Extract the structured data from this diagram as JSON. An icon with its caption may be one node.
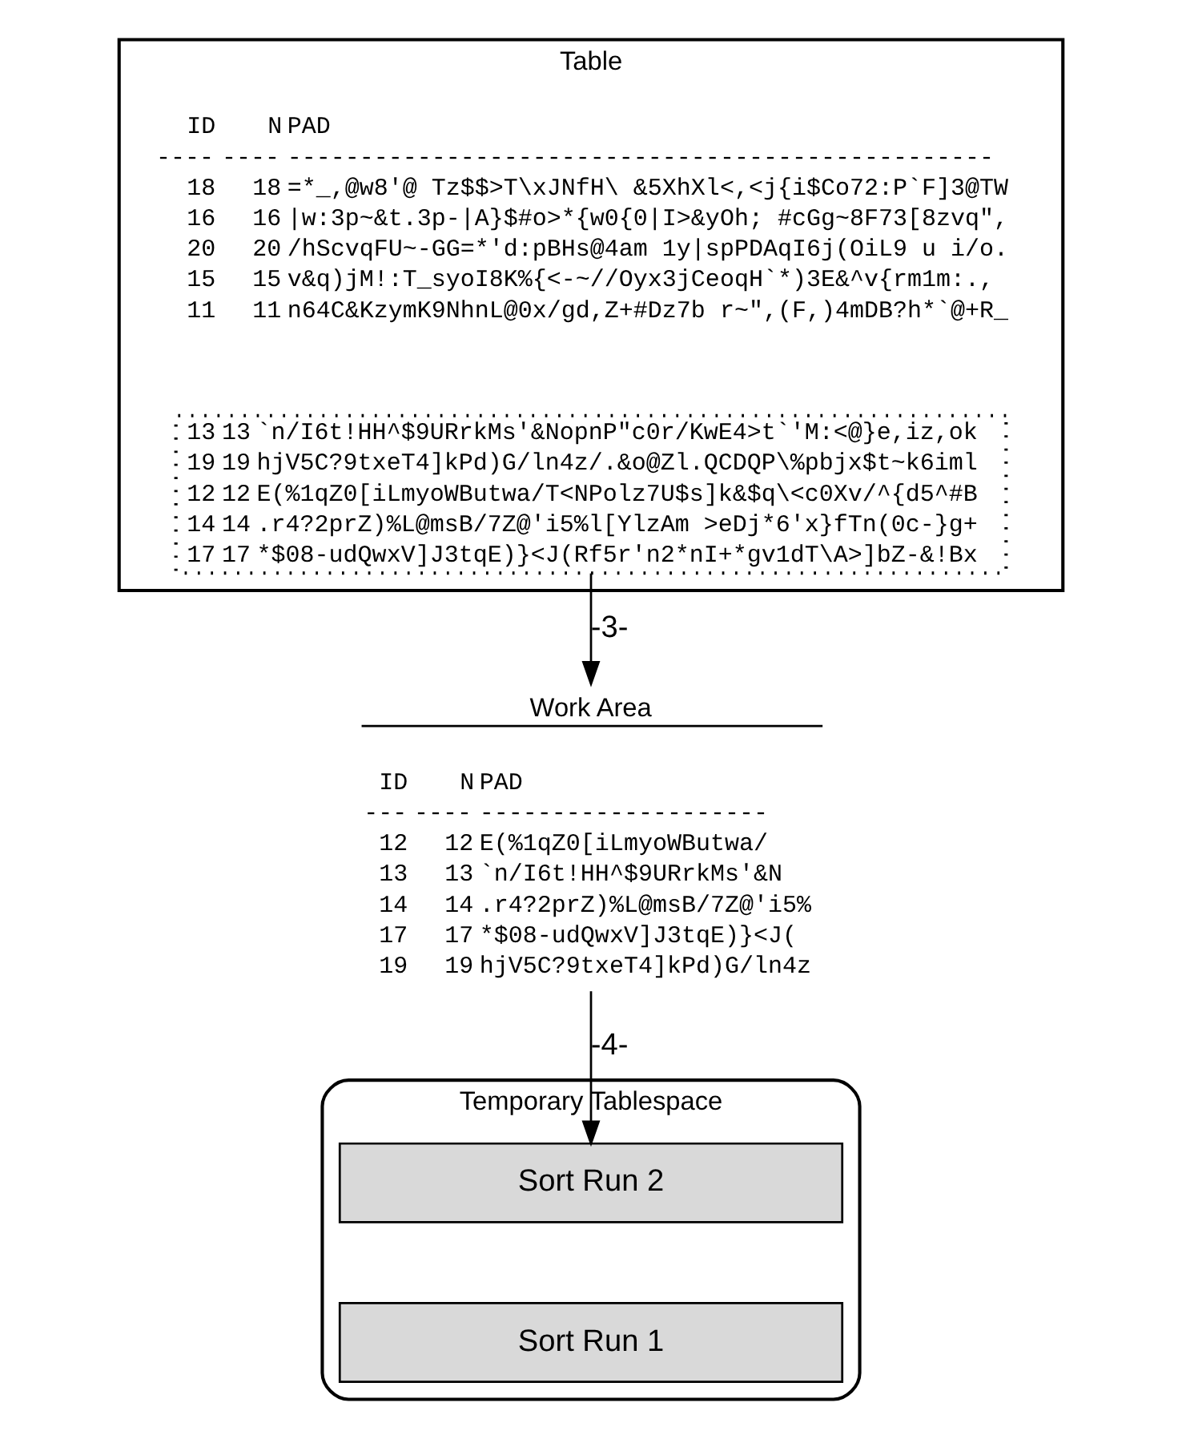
{
  "diagram": {
    "nodes": [
      {
        "text": [
          "Table"
        ]
      },
      {
        "text": [
          "13",
          "13",
          "`n/I6t!HH^$9URrkMs'&NopnP\"c0r/KwE4>t`'M:<@}e,iz,ok",
          "19",
          "19",
          "hjV5C?9txeT4]kPd)G/ln4z/.&o@Zl.QCDQP\\%pbjx$t~k6iml",
          "12",
          "12",
          "E(%1qZ0[iLmyoWButwa/T<NPolz7U$s]k&$q\\<c0Xv/^{d5^#B",
          "14",
          "14",
          ".r4?2prZ)%L@msB/7Z@'i5%l[YlzAm >eDj*6'x}fTn(0c-}g+",
          "17",
          "17",
          "*$08-udQwxV]J3tqE)}<J(Rf5r'n2*nI+*gv1dT\\A>]bZ-&!Bx"
        ],
        "in": 0
      },
      {
        "text": [
          "Work Area",
          "ID",
          "N",
          "PAD",
          "---",
          "----",
          "--------------------",
          "12",
          "12",
          "E(%1qZ0[iLmyoWButwa/",
          "13",
          "13",
          "`n/I6t!HH^$9URrkMs'&N",
          "14",
          "14",
          ".r4?2prZ)%L@msB/7Z@'i5%",
          "17",
          "17",
          "*$08-udQwxV]J3tqE)}<J(",
          "19",
          "19",
          "hjV5C?9txeT4]kPd)G/ln4z"
        ]
      },
      {
        "text": [
          "Temporary Tablespace"
        ]
      },
      {
        "text": [
          "Sort Run 2"
        ],
        "in": 3
      },
      {
        "text": [
          "Sort Run 1"
        ],
        "in": 3
      }
    ],
    "edges": [
      {
        "from": 1,
        "to": 2,
        "arrow": "to",
        "label": "-3-"
      },
      {
        "from": 2,
        "to": 4,
        "arrow": "to",
        "label": "-4-"
      }
    ],
    "labels": [
      "ID",
      "N",
      "PAD",
      "----",
      "----",
      "-------------------------------------------------",
      "18",
      "18",
      "=*_,@w8'@ Tz$$>T\\xJNfH\\ &5XhXl<,<j{i$Co72:P`F]3@TW",
      "16",
      "16",
      "|w:3p~&t.3p-|A}$#o>*{w0{0|I>&yOh; #cGg~8F73[8zvq\",",
      "20",
      "20",
      "/hScvqFU~-GG=*'d:pBHs@4am 1y|spPDAqI6j(OiL9 u i/o.",
      "15",
      "15",
      "v&q)jM!:T_syoI8K%{<-~//Oyx3jCeoqH`*)3E&^v{rm1m:.,",
      "11",
      "11",
      "n64C&KzymK9NhnL@0x/gd,Z+#Dz7b r~\",(F,)4mDB?h*`@+R_"
    ]
  }
}
